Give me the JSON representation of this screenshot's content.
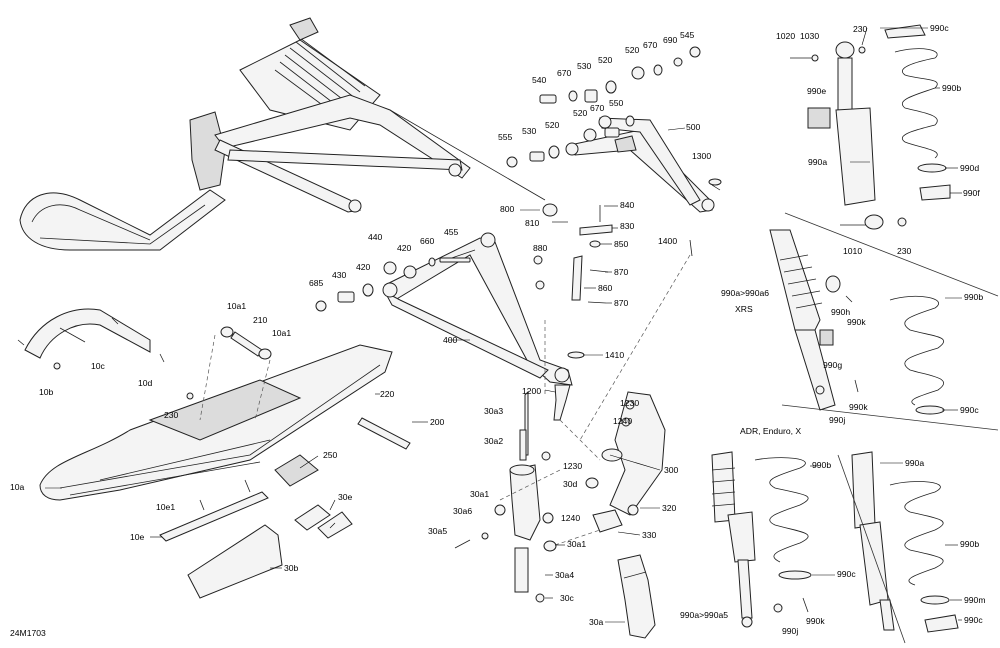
{
  "labels": {
    "p230_top": "230",
    "p990c_top": "990c",
    "p1020": "1020",
    "p1030": "1030",
    "p990e": "990e",
    "p990b_top": "990b",
    "p990a_top": "990a",
    "p990d": "990d",
    "p990f": "990f",
    "p1010": "1010",
    "p230_mid": "230",
    "p545": "545",
    "p690": "690",
    "p670_a": "670",
    "p520_a": "520",
    "p540": "540",
    "p670_b": "670",
    "p530_a": "530",
    "p520_b": "520",
    "p550": "550",
    "p670_c": "670",
    "p520_c": "520",
    "p500": "500",
    "p555": "555",
    "p530_b": "530",
    "p520_d": "520",
    "p1300": "1300",
    "p800": "800",
    "p810": "810",
    "p840": "840",
    "p830": "830",
    "p850": "850",
    "p880": "880",
    "p870_a": "870",
    "p860": "860",
    "p870_b": "870",
    "p1400": "1400",
    "p440": "440",
    "p420_a": "420",
    "p660": "660",
    "p455": "455",
    "p430": "430",
    "p420_b": "420",
    "p685": "685",
    "p400": "400",
    "p1410": "1410",
    "p1200": "1200",
    "p10a1_a": "10a1",
    "p210": "210",
    "p10a1_b": "10a1",
    "p10c": "10c",
    "p10b": "10b",
    "p10d": "10d",
    "p230_left": "230",
    "p220": "220",
    "p200": "200",
    "p250": "250",
    "p10a": "10a",
    "p30e": "30e",
    "p10e1": "10e1",
    "p10e": "10e",
    "p30b": "30b",
    "p30a3": "30a3",
    "p30a2": "30a2",
    "p1230_a": "1230",
    "p1240_a": "1240",
    "p1230_b": "1230",
    "p300": "300",
    "p30d": "30d",
    "p30a1_a": "30a1",
    "p30a6": "30a6",
    "p1240_b": "1240",
    "p320": "320",
    "p330": "330",
    "p30a5": "30a5",
    "p30a1_b": "30a1",
    "p30a4": "30a4",
    "p30c": "30c",
    "p30a": "30a",
    "p990a_990a6": "990a>990a6",
    "xrs": "XRS",
    "p990b_xrs": "990b",
    "p990h": "990h",
    "p990k_xrs_a": "990k",
    "p990g": "990g",
    "p990j_xrs": "990j",
    "p990k_xrs_b": "990k",
    "p990c_xrs": "990c",
    "adr_title": "ADR, Enduro, X",
    "p990b_adr": "990b",
    "p990c_adr": "990c",
    "p990a_990a5": "990a>990a5",
    "p990j_adr": "990j",
    "p990k_adr": "990k",
    "p990a_right": "990a",
    "p990b_right": "990b",
    "p990m": "990m",
    "p990c_right": "990c",
    "diagram_code": "24M1703"
  }
}
